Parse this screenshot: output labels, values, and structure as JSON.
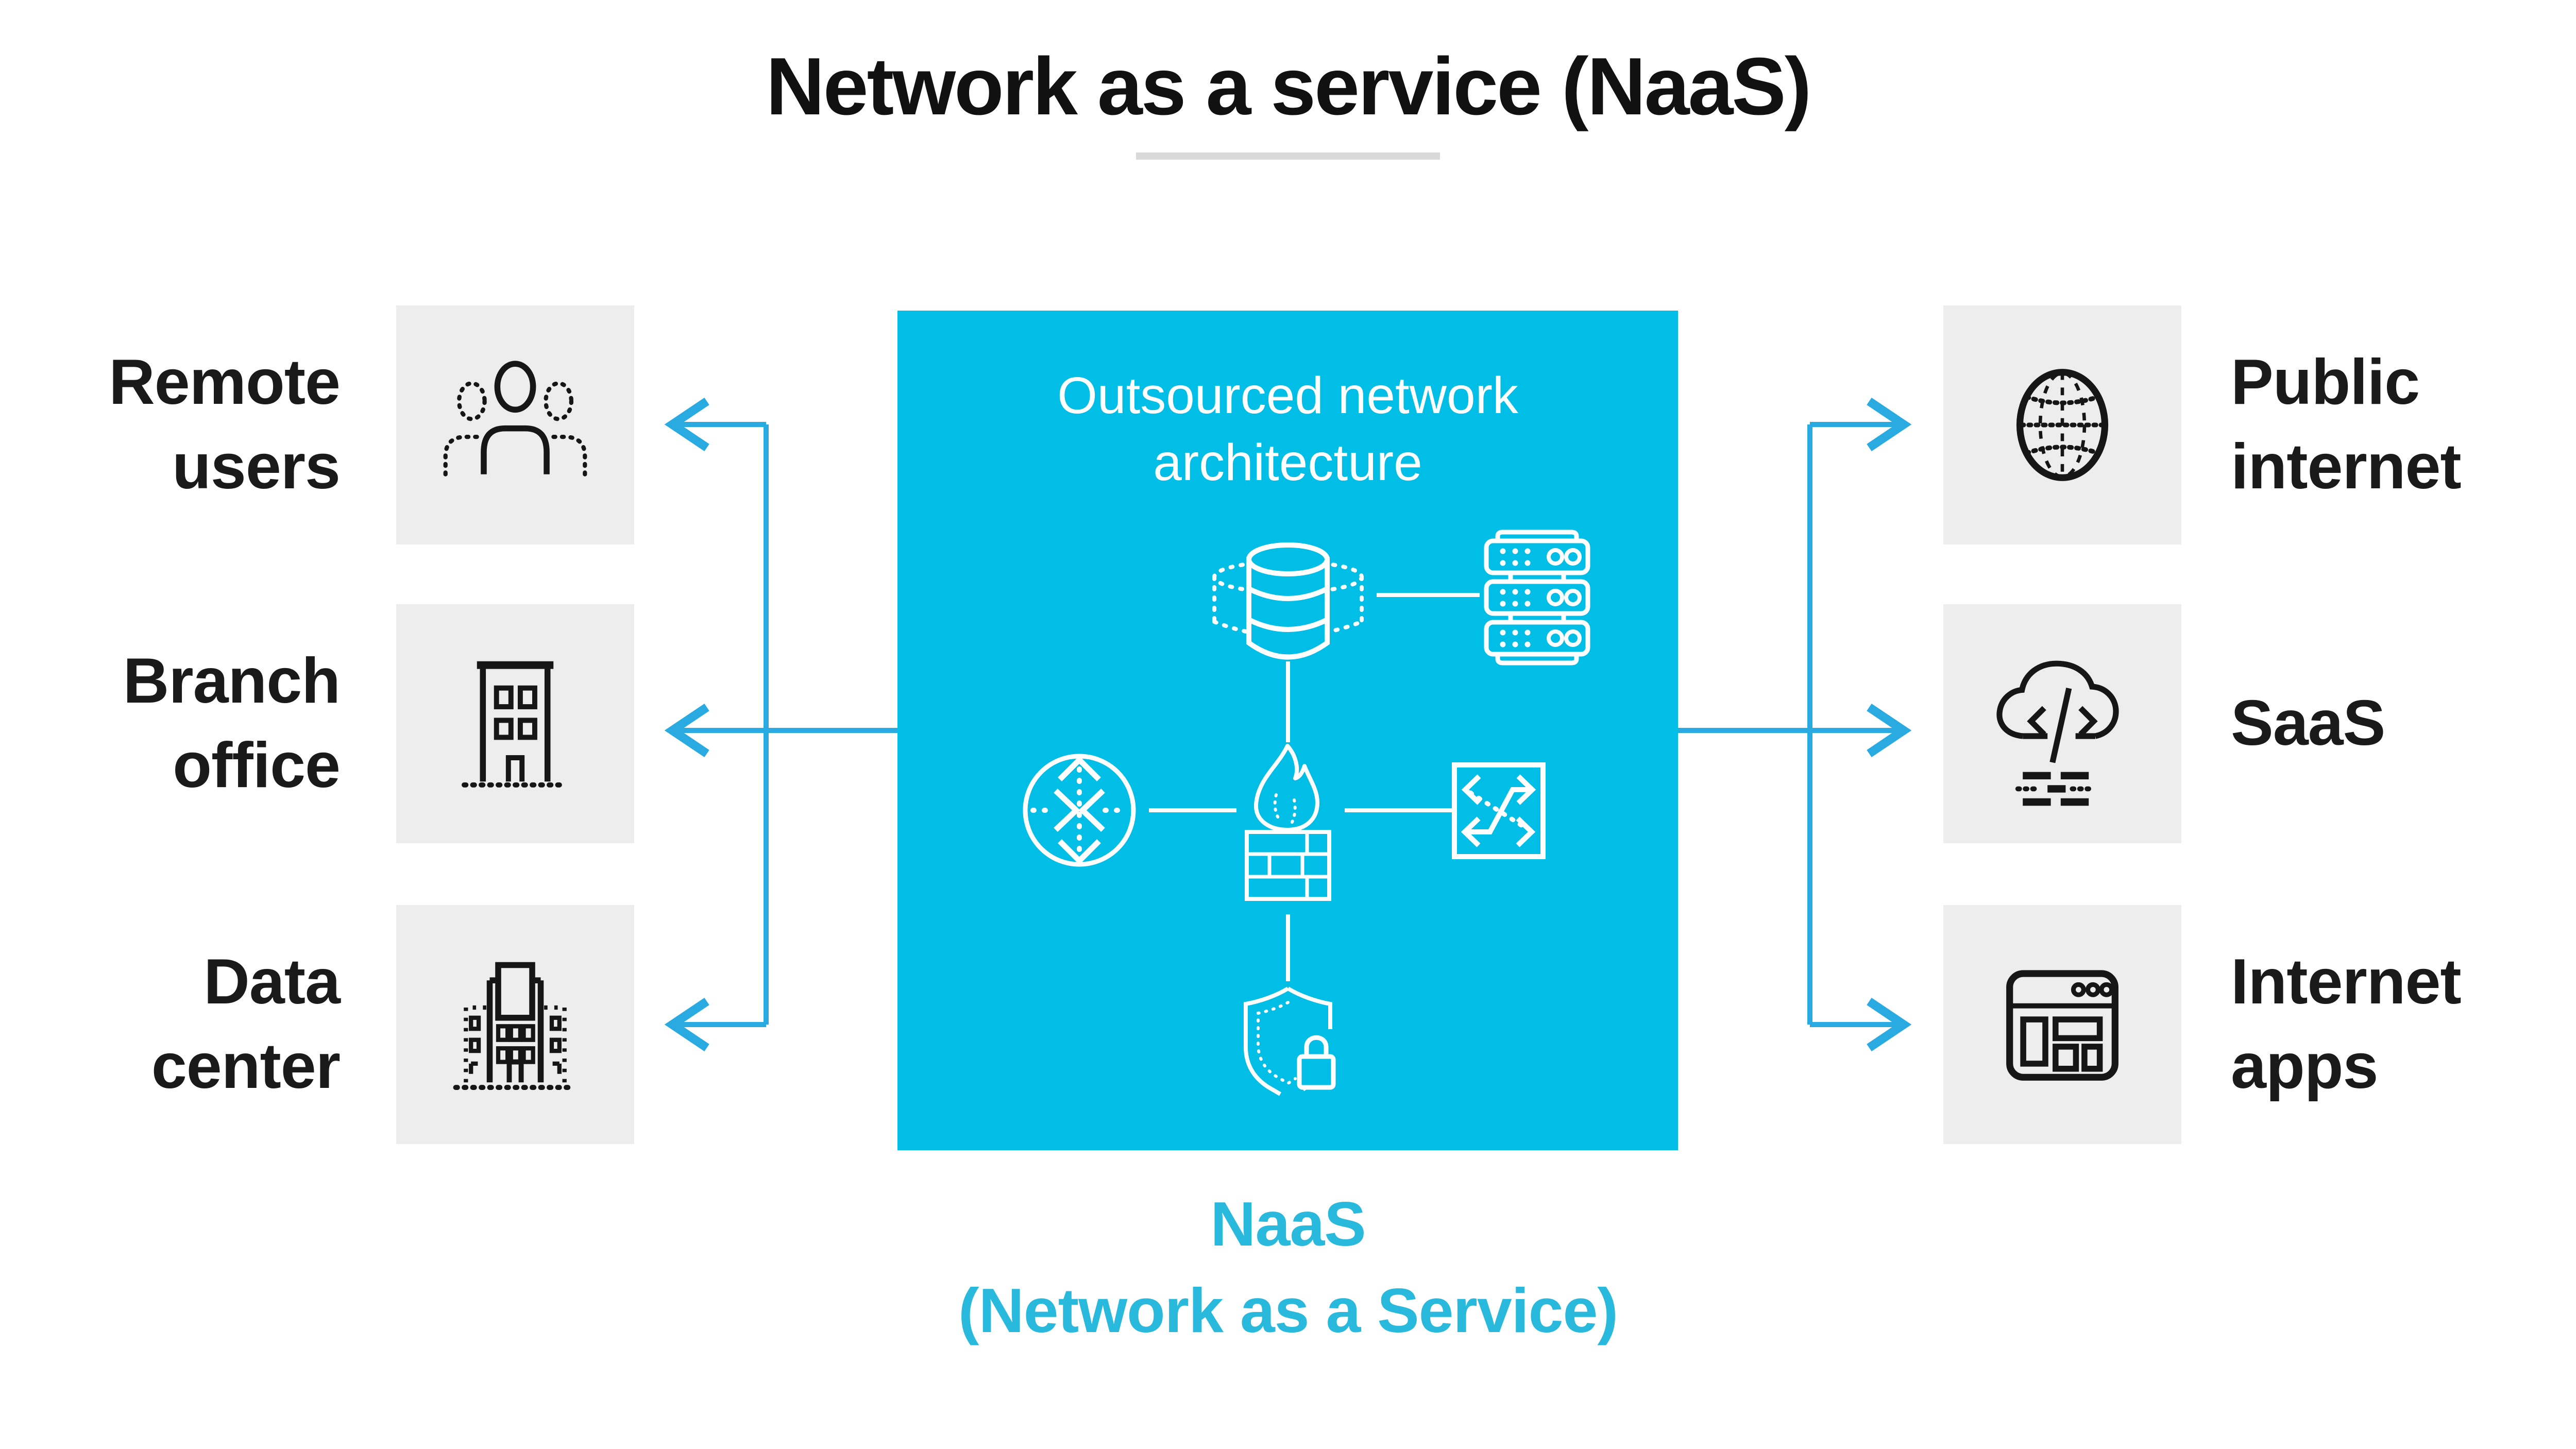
{
  "title": "Network as a service (NaaS)",
  "center_box": {
    "heading": "Outsourced network architecture",
    "icons": [
      {
        "name": "database-icon"
      },
      {
        "name": "server-rack-icon"
      },
      {
        "name": "router-icon"
      },
      {
        "name": "firewall-icon"
      },
      {
        "name": "switch-icon"
      },
      {
        "name": "shield-lock-icon"
      }
    ]
  },
  "left_nodes": [
    {
      "label": "Remote users",
      "icon": "people-group-icon"
    },
    {
      "label": "Branch office",
      "icon": "office-building-icon"
    },
    {
      "label": "Data center",
      "icon": "data-center-building-icon"
    }
  ],
  "right_nodes": [
    {
      "label": "Public internet",
      "icon": "globe-icon"
    },
    {
      "label": "SaaS",
      "icon": "cloud-code-icon"
    },
    {
      "label": "Internet apps",
      "icon": "browser-window-icon"
    }
  ],
  "caption": {
    "line1": "NaaS",
    "line2": "(Network as a Service)"
  },
  "colors": {
    "title_text": "#111111",
    "underline": "#d9d9d9",
    "label_text": "#1a1a1a",
    "node_box_bg": "#ededed",
    "icon_stroke": "#161616",
    "center_box_bg": "#00bee6",
    "center_text": "#ffffff",
    "center_icon_stroke": "#ffffff",
    "arrow": "#29abe2",
    "caption_text": "#29b9dc"
  }
}
